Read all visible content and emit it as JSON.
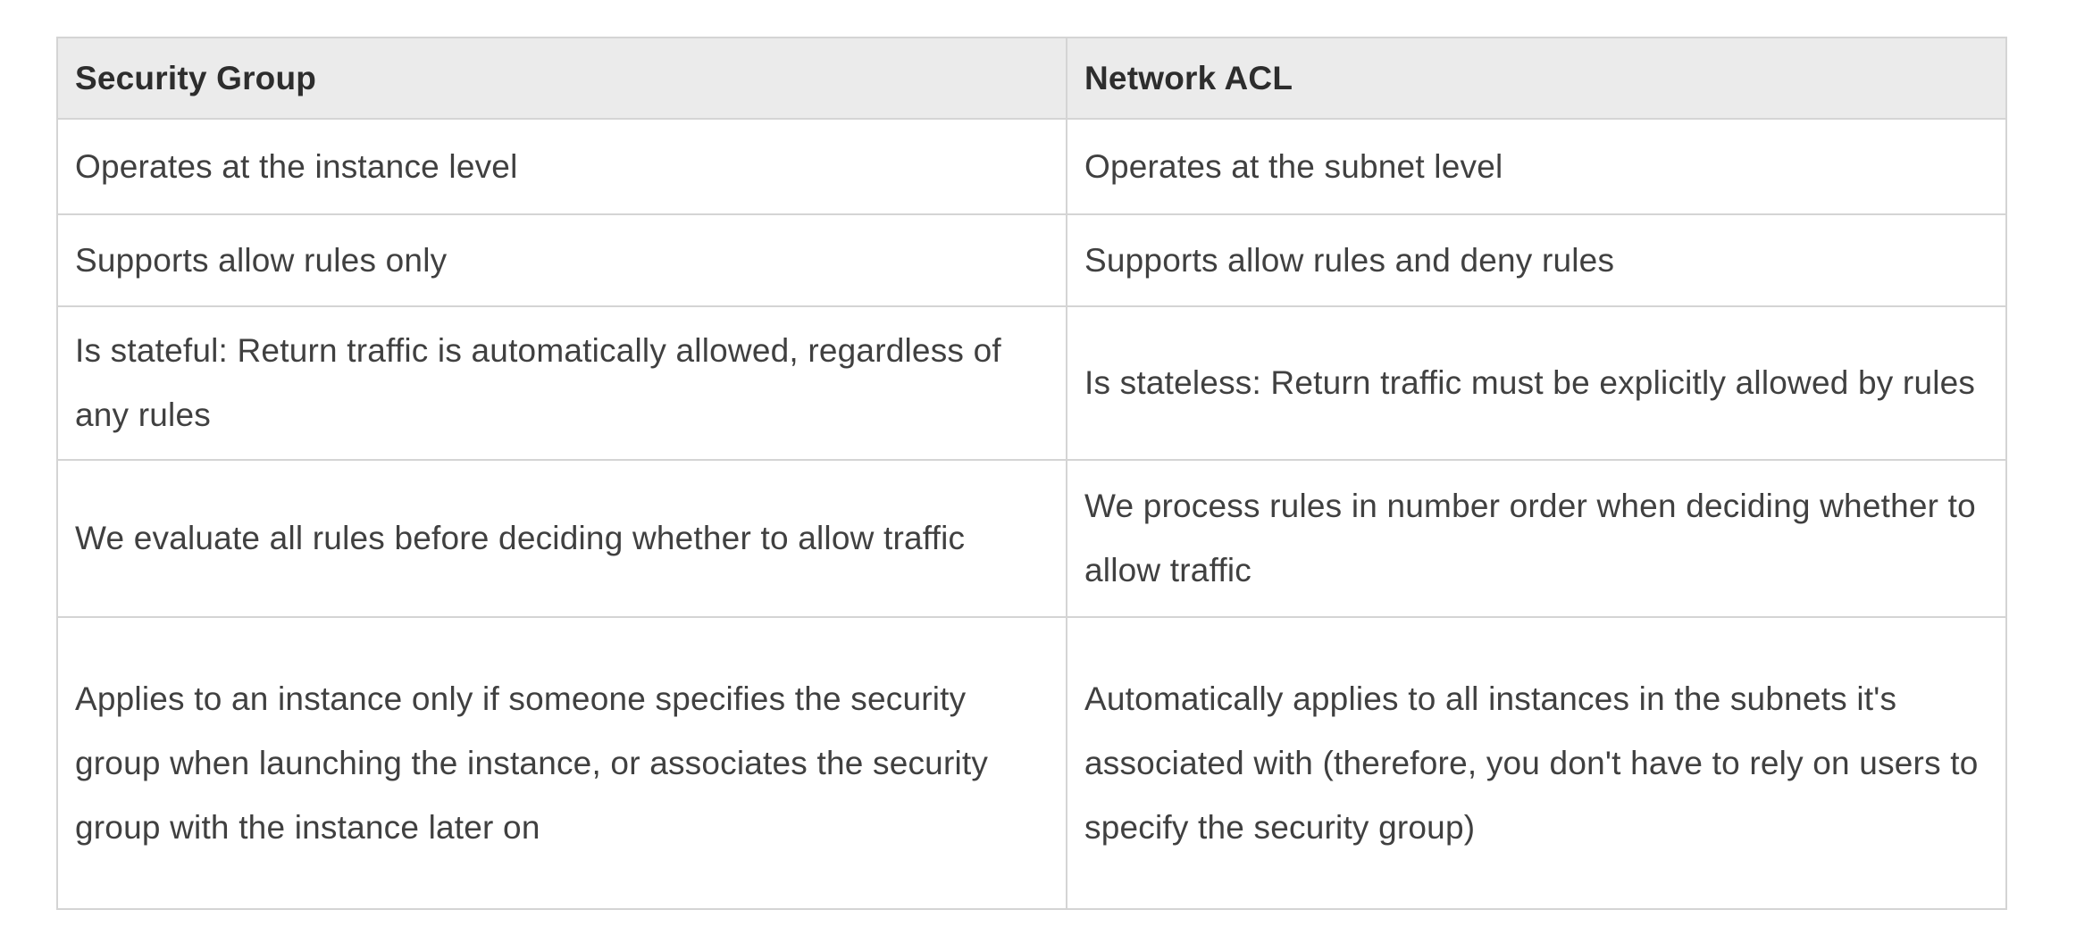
{
  "comparison_table": {
    "columns": {
      "left_header": "Security Group",
      "right_header": "Network ACL"
    },
    "rows": [
      {
        "security_group": "Operates at the instance level",
        "network_acl": "Operates at the subnet level"
      },
      {
        "security_group": "Supports allow rules only",
        "network_acl": "Supports allow rules and deny rules"
      },
      {
        "security_group": "Is stateful: Return traffic is automatically allowed, regardless of any rules",
        "network_acl": "Is stateless: Return traffic must be explicitly allowed by rules"
      },
      {
        "security_group": "We evaluate all rules before deciding whether to allow traffic",
        "network_acl": "We process rules in number order when deciding whether to allow traffic"
      },
      {
        "security_group": "Applies to an instance only if someone specifies the security group when launching the instance, or associates the security group with the instance later on",
        "network_acl": "Automatically applies to all instances in the subnets it's associated with (therefore, you don't have to rely on users to specify the security group)"
      }
    ],
    "colors": {
      "page_background": "#ffffff",
      "header_background": "#ebebeb",
      "border": "#d4d4d4",
      "header_text": "#2d2d2d",
      "body_text": "#404040"
    }
  }
}
